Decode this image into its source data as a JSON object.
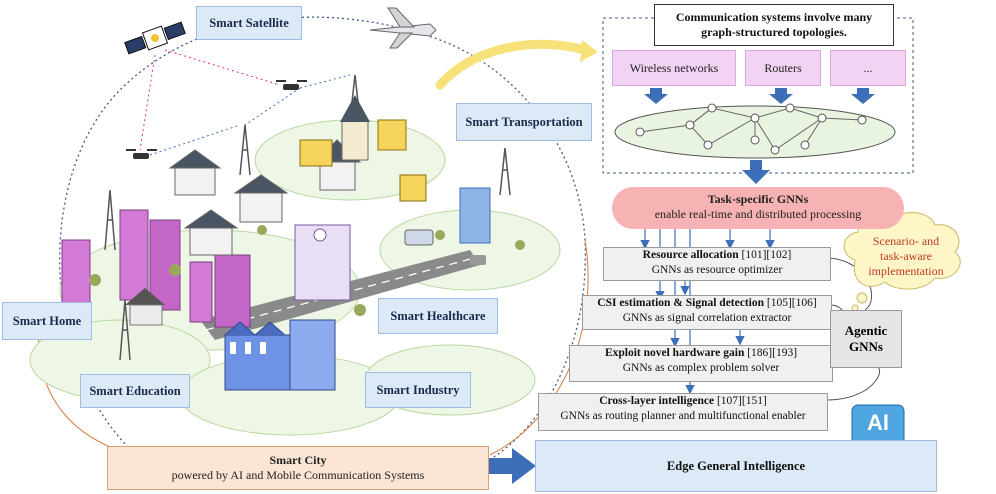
{
  "scene_labels": {
    "satellite": "Smart Satellite",
    "transportation": "Smart Transportation",
    "home": "Smart Home",
    "healthcare": "Smart Healthcare",
    "education": "Smart Education",
    "industry": "Smart Industry"
  },
  "city": {
    "title": "Smart City",
    "subtitle": "powered by AI and Mobile Communication Systems"
  },
  "edge_label": "Edge General Intelligence",
  "communication": {
    "title_line1": "Communication systems involve many",
    "title_line2": "graph-structured topologies.",
    "items": [
      "Wireless networks",
      "Routers",
      "..."
    ]
  },
  "task": {
    "title": "Task-specific GNNs",
    "subtitle": "enable real-time and distributed processing"
  },
  "rows": [
    {
      "title": "Resource allocation",
      "refs": "[101][102]",
      "desc": "GNNs as resource optimizer"
    },
    {
      "title": "CSI estimation & Signal detection",
      "refs": "[105][106]",
      "desc": "GNNs as signal correlation extractor"
    },
    {
      "title": "Exploit novel hardware gain",
      "refs": "[186][193]",
      "desc": "GNNs as complex problem solver"
    },
    {
      "title": "Cross-layer intelligence",
      "refs": "[107][151]",
      "desc": "GNNs as routing planner and multifunctional enabler"
    }
  ],
  "agentic": {
    "line1": "Agentic",
    "line2": "GNNs"
  },
  "thought": {
    "line1": "Scenario- and",
    "line2": "task-aware",
    "line3": "implementation"
  },
  "ai_badge": "AI",
  "colors": {
    "label_blue": "#dce9f7",
    "pink_box": "#f3d3f3",
    "task_red": "#f7b3b3",
    "row_gray": "#f0f0f0",
    "city_orange": "#fbe5d4",
    "thought_yellow": "#fff6c7",
    "arrow_blue": "#3d6fb8",
    "thought_text": "#c0392b"
  }
}
